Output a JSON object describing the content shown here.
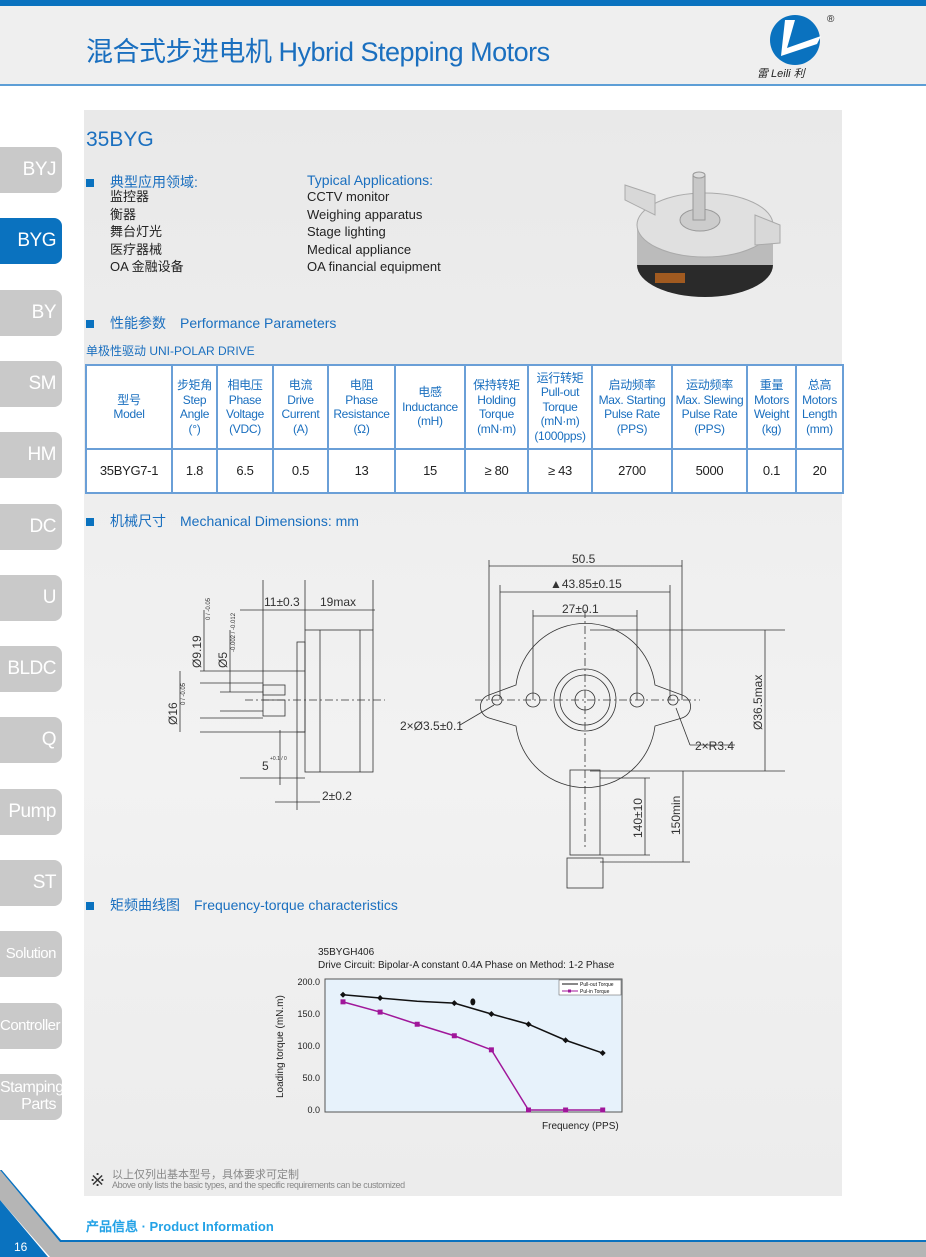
{
  "header": {
    "title": "混合式步进电机  Hybrid Stepping Motors",
    "logo_text": "雷 Leili 利",
    "registered": "®"
  },
  "sidebar": {
    "items": [
      {
        "label": "BYJ"
      },
      {
        "label": "BYG",
        "active": true
      },
      {
        "label": "BY"
      },
      {
        "label": "SM"
      },
      {
        "label": "HM"
      },
      {
        "label": "DC"
      },
      {
        "label": "U"
      },
      {
        "label": "BLDC"
      },
      {
        "label": "Q"
      },
      {
        "label": "Pump"
      },
      {
        "label": "ST"
      },
      {
        "label": "Solution"
      },
      {
        "label": "Controller"
      },
      {
        "label": "Stamping Parts"
      }
    ]
  },
  "product": {
    "model": "35BYG"
  },
  "applications": {
    "title_cn": "典型应用领域:",
    "title_en": "Typical Applications:",
    "items_cn": [
      "监控器",
      "衡器",
      "舞台灯光",
      "医疗器械",
      "OA 金融设备"
    ],
    "items_en": [
      "CCTV monitor",
      "Weighing apparatus",
      "Stage lighting",
      "Medical appliance",
      "OA financial equipment"
    ]
  },
  "performance": {
    "title_cn": "性能参数",
    "title_en": "Performance Parameters",
    "drive": "单极性驱动 UNI-POLAR DRIVE",
    "columns": [
      [
        "型号",
        "Model"
      ],
      [
        "步矩角",
        "Step",
        "Angle",
        "(°)"
      ],
      [
        "相电压",
        "Phase",
        "Voltage",
        "(VDC)"
      ],
      [
        "电流",
        "Drive",
        "Current",
        "(A)"
      ],
      [
        "电阻",
        "Phase",
        "Resistance",
        "(Ω)"
      ],
      [
        "电感",
        "Inductance",
        "(mH)"
      ],
      [
        "保持转矩",
        "Holding",
        "Torque",
        "(mN·m)"
      ],
      [
        "运行转矩",
        "Pull-out",
        "Torque",
        "(mN·m)",
        "(1000pps)"
      ],
      [
        "启动频率",
        "Max. Starting",
        "Pulse Rate",
        "(PPS)"
      ],
      [
        "运动频率",
        "Max. Slewing",
        "Pulse Rate",
        "(PPS)"
      ],
      [
        "重量",
        "Motors",
        "Weight",
        "(kg)"
      ],
      [
        "总高",
        "Motors",
        "Length",
        "(mm)"
      ]
    ],
    "rows": [
      [
        "35BYG7-1",
        "1.8",
        "6.5",
        "0.5",
        "13",
        "15",
        "≥ 80",
        "≥ 43",
        "2700",
        "5000",
        "0.1",
        "20"
      ]
    ]
  },
  "mechanical": {
    "title_cn": "机械尺寸",
    "title_en": "Mechanical Dimensions: mm",
    "dims": {
      "d_11": "11±0.3",
      "d_19": "19max",
      "d_919": "Ø9.19",
      "d_919_tol": "0 / -0.05",
      "d_5": "Ø5",
      "d_5_tol": "-0.002 / -0.012",
      "d_16": "Ø16",
      "d_16_tol": "0 / -0.05",
      "d_5b": "5",
      "d_5b_tol": "+0.1 / 0",
      "d_2": "2±0.2",
      "d_505": "50.5",
      "d_4385": "▲43.85±0.15",
      "d_27": "27±0.1",
      "d_hole": "2×Ø3.5±0.1",
      "d_r": "2×R3.4",
      "d_365": "Ø36.5max",
      "d_140": "140±10",
      "d_150": "150min"
    }
  },
  "frequency": {
    "title_cn": "矩频曲线图",
    "title_en": "Frequency-torque characteristics"
  },
  "chart_data": {
    "type": "line",
    "title": "35BYGH406",
    "subtitle": "Drive Circuit: Bipolar-A constant 0.4A Phase on Method: 1-2 Phase",
    "xlabel": "Frequency (PPS)",
    "ylabel": "Loading torque (mN.m)",
    "ylim": [
      0,
      200
    ],
    "yticks": [
      "200.0",
      "150.0",
      "100.0",
      "50.0",
      "0.0"
    ],
    "ytick_values": [
      200,
      150,
      100,
      50,
      0
    ],
    "x": [
      1,
      2,
      3,
      4,
      5,
      6,
      7,
      8
    ],
    "legend_position": "top-right",
    "series": [
      {
        "name": "Pull-out Torque",
        "color": "#111111",
        "marker": "diamond",
        "values": [
          180,
          175,
          170,
          167,
          150,
          134,
          109,
          89
        ],
        "markers_shown": [
          true,
          true,
          false,
          true,
          true,
          true,
          true,
          true
        ]
      },
      {
        "name": "Pul-in Torque",
        "color": "#a0179a",
        "marker": "square",
        "values": [
          169,
          153,
          134,
          116,
          94,
          0,
          0,
          0
        ]
      }
    ],
    "annotation_point": {
      "x": 4.5,
      "y": 169
    },
    "background": "#e7f2fb"
  },
  "note": {
    "symbol": "※",
    "cn": "以上仅列出基本型号，具体要求可定制",
    "en": "Above only lists the basic types, and the specific requirements can be customized"
  },
  "footer": {
    "title": "产品信息 · Product Information",
    "page": "16"
  },
  "colors": {
    "brand": "#0a72bf",
    "accent": "#1a6fbf",
    "tab_inactive": "#c9c9c9"
  }
}
